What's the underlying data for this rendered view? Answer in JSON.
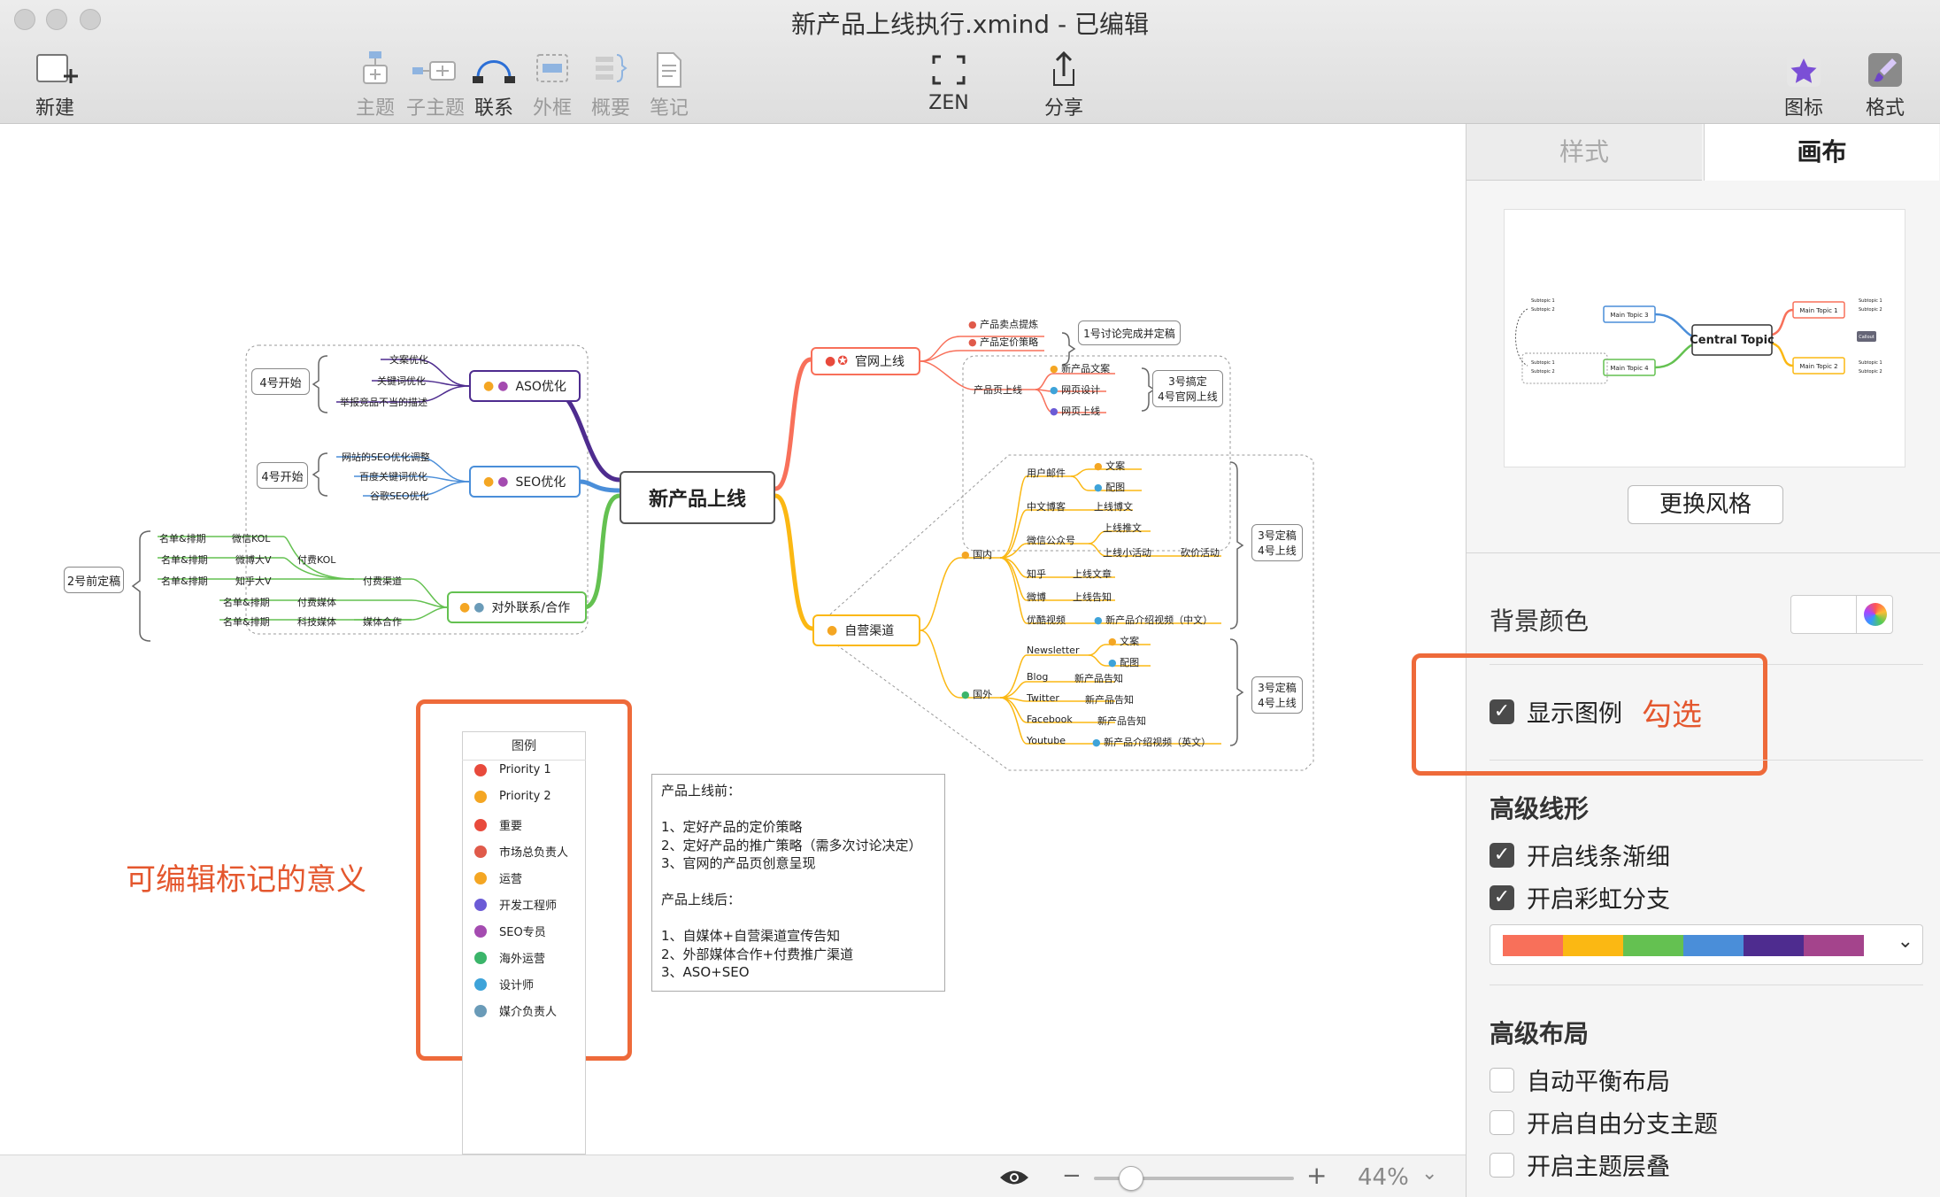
{
  "window": {
    "title": "新产品上线执行.xmind - 已编辑"
  },
  "toolbar": {
    "new": "新建",
    "topic": "主题",
    "subtopic": "子主题",
    "relation": "联系",
    "boundary": "外框",
    "summary": "概要",
    "note": "笔记",
    "zen": "ZEN",
    "share": "分享",
    "icons": "图标",
    "format": "格式"
  },
  "panel": {
    "tabs": [
      "样式",
      "画布"
    ],
    "change_style": "更换风格",
    "bg_color_label": "背景颜色",
    "show_legend": "显示图例",
    "annotation_check": "勾选",
    "advanced_line": "高级线形",
    "taper": "开启线条渐细",
    "rainbow": "开启彩虹分支",
    "advanced_layout": "高级布局",
    "auto_balance": "自动平衡布局",
    "free_branch": "开启自由分支主题",
    "overlap": "开启主题层叠",
    "rainbow_colors": [
      "#f8705a",
      "#fbb813",
      "#64c151",
      "#4a8ed9",
      "#4e2c8f",
      "#a4448c"
    ],
    "preview": {
      "central": "Central Topic",
      "main1": "Main Topic 1",
      "main2": "Main Topic 2",
      "main3": "Main Topic 3",
      "main4": "Main Topic 4",
      "sub1": "Subtopic 1",
      "sub2": "Subtopic 2",
      "callout": "Callout"
    }
  },
  "status": {
    "zoom": "44%"
  },
  "canvas": {
    "central": "新产品上线",
    "annotation_marker": "可编辑标记的意义",
    "aso": {
      "title": "ASO优化",
      "items": [
        "文案优化",
        "关键词优化",
        "举报竞品不当的描述"
      ],
      "summary": "4号开始"
    },
    "seo": {
      "title": "SEO优化",
      "items": [
        "网站的SEO优化调整",
        "百度关键词优化",
        "谷歌SEO优化"
      ],
      "summary": "4号开始"
    },
    "external": {
      "title": "对外联系/合作",
      "summary": "2号前定稿",
      "rows": [
        [
          "名单&排期",
          "微信KOL"
        ],
        [
          "名单&排期",
          "微博大V"
        ],
        [
          "名单&排期",
          "知乎大V"
        ],
        [
          "名单&排期",
          "付费媒体"
        ],
        [
          "名单&排期",
          "科技媒体"
        ]
      ],
      "groups": [
        "付费KOL",
        "付费渠道",
        "媒体合作"
      ]
    },
    "official": {
      "title": "官网上线",
      "items": [
        "产品卖点提炼",
        "产品定价策略"
      ],
      "note1": "1号讨论完成并定稿",
      "page": "产品页上线",
      "page_items": [
        "新产品文案",
        "网页设计",
        "网页上线"
      ],
      "note2a": "3号搞定",
      "note2b": "4号官网上线"
    },
    "self": {
      "title": "自营渠道",
      "domestic": "国内",
      "overseas": "国外",
      "dom_items": [
        [
          "用户邮件",
          "文案",
          "配图"
        ],
        [
          "中文博客",
          "上线博文"
        ],
        [
          "微信公众号",
          "上线推文",
          "上线小活动",
          "砍价活动"
        ],
        [
          "知乎",
          "上线文章"
        ],
        [
          "微博",
          "上线告知"
        ],
        [
          "优酷视频",
          "新产品介绍视频（中文）"
        ]
      ],
      "ovs_items": [
        [
          "Newsletter",
          "文案",
          "配图"
        ],
        [
          "Blog",
          "新产品告知"
        ],
        [
          "Twitter",
          "新产品告知"
        ],
        [
          "Facebook",
          "新产品告知"
        ],
        [
          "Youtube",
          "新产品介绍视频（英文）"
        ]
      ],
      "note_dom_a": "3号定稿",
      "note_dom_b": "4号上线",
      "note_ovs_a": "3号定稿",
      "note_ovs_b": "4号上线"
    },
    "legend": {
      "title": "图例",
      "items": [
        {
          "label": "Priority 1",
          "color": "#e84a3c"
        },
        {
          "label": "Priority 2",
          "color": "#f4a623"
        },
        {
          "label": "重要",
          "color": "#e84a3c"
        },
        {
          "label": "市场总负责人",
          "color": "#e05a4a"
        },
        {
          "label": "运营",
          "color": "#f4a623"
        },
        {
          "label": "开发工程师",
          "color": "#6b5bd6"
        },
        {
          "label": "SEO专员",
          "color": "#a44bb0"
        },
        {
          "label": "海外运营",
          "color": "#3bb56a"
        },
        {
          "label": "设计师",
          "color": "#3ea3d9"
        },
        {
          "label": "媒介负责人",
          "color": "#6a9bb8"
        }
      ]
    },
    "note": {
      "lines": [
        "产品上线前：",
        "",
        "1、定好产品的定价策略",
        "2、定好产品的推广策略（需多次讨论决定）",
        "3、官网的产品页创意呈现",
        "",
        "产品上线后：",
        "",
        "1、自媒体+自营渠道宣传告知",
        "2、外部媒体合作+付费推广渠道",
        "3、ASO+SEO"
      ]
    }
  }
}
